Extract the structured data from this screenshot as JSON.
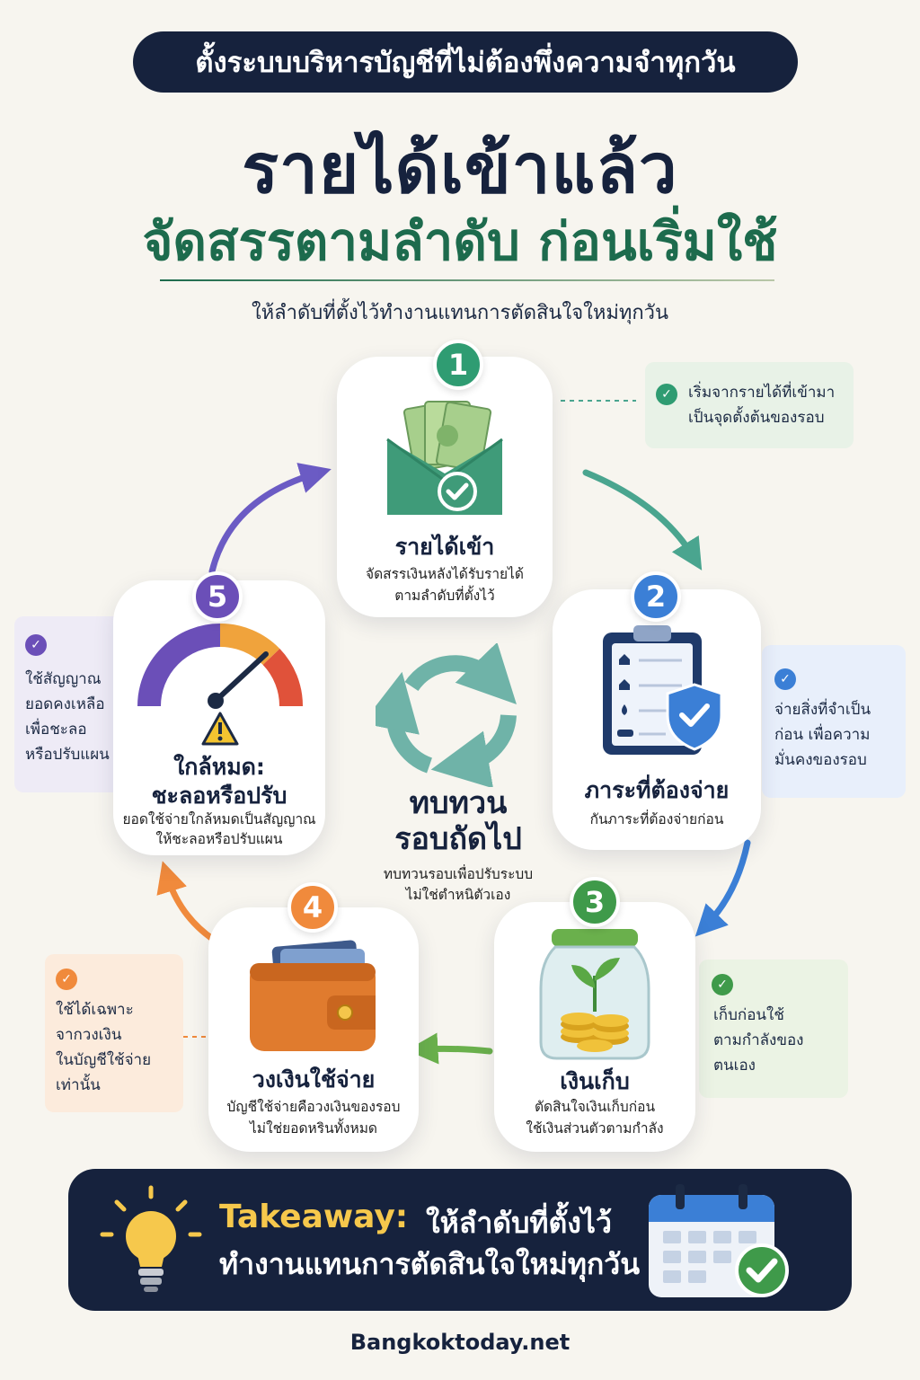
{
  "header": {
    "banner": "ตั้งระบบบริหารบัญชีที่ไม่ต้องพึ่งความจำทุกวัน",
    "title_line1": "รายได้เข้าแล้ว",
    "title_line2": "จัดสรรตามลำดับ ก่อนเริ่มใช้",
    "subtitle": "ให้ลำดับที่ตั้งไว้ทำงานแทนการตัดสินใจใหม่ทุกวัน"
  },
  "steps": [
    {
      "number": "1",
      "title": "รายได้เข้า",
      "desc1": "จัดสรรเงินหลังได้รับรายได้",
      "desc2": "ตามลำดับที่ตั้งไว้",
      "color": "#2f9c72"
    },
    {
      "number": "2",
      "title": "ภาระที่ต้องจ่าย",
      "desc1": "กันภาระที่ต้องจ่ายก่อน",
      "desc2": "",
      "color": "#3b7fd6"
    },
    {
      "number": "3",
      "title": "เงินเก็บ",
      "desc1": "ตัดสินใจเงินเก็บก่อน",
      "desc2": "ใช้เงินส่วนตัวตามกำลัง",
      "color": "#3f9a4a"
    },
    {
      "number": "4",
      "title": "วงเงินใช้จ่าย",
      "desc1": "บัญชีใช้จ่ายคือวงเงินของรอบ",
      "desc2": "ไม่ใช่ยอดหรินทั้งหมด",
      "color": "#f08a3c"
    },
    {
      "number": "5",
      "title_line1": "ใกล้หมด:",
      "title_line2": "ชะลอหรือปรับ",
      "desc1": "ยอดใช้จ่ายใกล้หมดเป็นสัญญาณ",
      "desc2": "ให้ชะลอหรือปรับแผน",
      "color": "#6b4fb8"
    }
  ],
  "notes": {
    "note1": {
      "line1": "เริ่มจากรายได้ที่เข้ามา",
      "line2": "เป็นจุดตั้งต้นของรอบ"
    },
    "note2": {
      "line1": "จ่ายสิ่งที่จำเป็น",
      "line2": "ก่อน เพื่อความ",
      "line3": "มั่นคงของรอบ"
    },
    "note3": {
      "line1": "เก็บก่อนใช้",
      "line2": "ตามกำลังของ",
      "line3": "ตนเอง"
    },
    "note4": {
      "line1": "ใช้ได้เฉพาะ",
      "line2": "จากวงเงิน",
      "line3": "ในบัญชีใช้จ่าย",
      "line4": "เท่านั้น"
    },
    "note5": {
      "line1": "ใช้สัญญาณ",
      "line2": "ยอดคงเหลือ",
      "line3": "เพื่อชะลอ",
      "line4": "หรือปรับแผน"
    }
  },
  "center": {
    "title_line1": "ทบทวน",
    "title_line2": "รอบถัดไป",
    "desc1": "ทบทวนรอบเพื่อปรับระบบ",
    "desc2": "ไม่ใช่ตำหนิตัวเอง"
  },
  "takeaway": {
    "label": "Takeaway:",
    "line1": "ให้ลำดับที่ตั้งไว้",
    "line2": "ทำงานแทนการตัดสินใจใหม่ทุกวัน"
  },
  "footer": "Bangkoktoday.net",
  "icons": [
    "envelope-money-icon",
    "clipboard-shield-icon",
    "coin-jar-plant-icon",
    "wallet-icon",
    "gauge-warning-icon",
    "cycle-arrows-icon",
    "lightbulb-icon",
    "calendar-check-icon",
    "check-icon"
  ]
}
